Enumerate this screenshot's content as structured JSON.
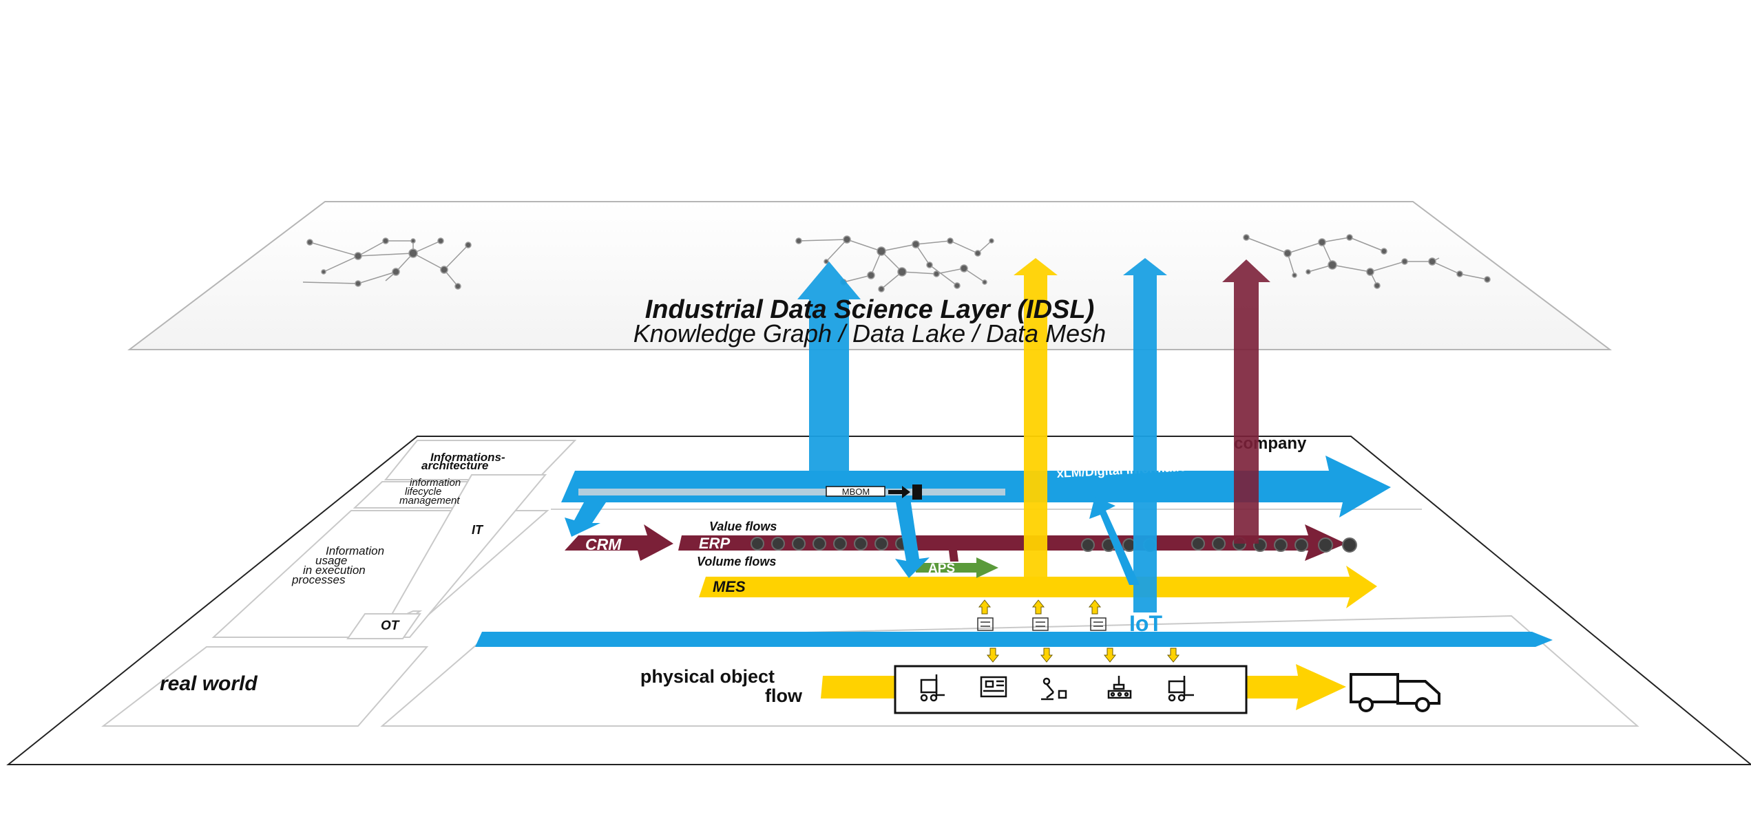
{
  "idsl": {
    "title": "Industrial Data Science Layer (IDSL)",
    "subtitle": "Knowledge Graph / Data Lake / Data Mesh"
  },
  "left_labels": {
    "info_architecture": [
      "Informations-",
      "architecture"
    ],
    "info_lifecycle": [
      "information",
      "lifecycle",
      "management"
    ],
    "info_usage": [
      "Information",
      "usage",
      "in execution",
      "processes"
    ],
    "it": "IT",
    "ot": "OT",
    "real_world": "real world"
  },
  "company": "company",
  "xlm_label": "xLM/Digital Information Architecture",
  "mbom": "MBOM",
  "crm": "CRM",
  "erp": "ERP",
  "value_flows": "Value flows",
  "volume_flows": "Volume flows",
  "aps": "APS",
  "mes": "MES",
  "iot": "IoT",
  "physical_flow": [
    "physical object",
    "flow"
  ],
  "colors": {
    "blue": "#1aa0e3",
    "yellow": "#ffd200",
    "maroon": "#7b2038",
    "green": "#5a9a3a"
  }
}
